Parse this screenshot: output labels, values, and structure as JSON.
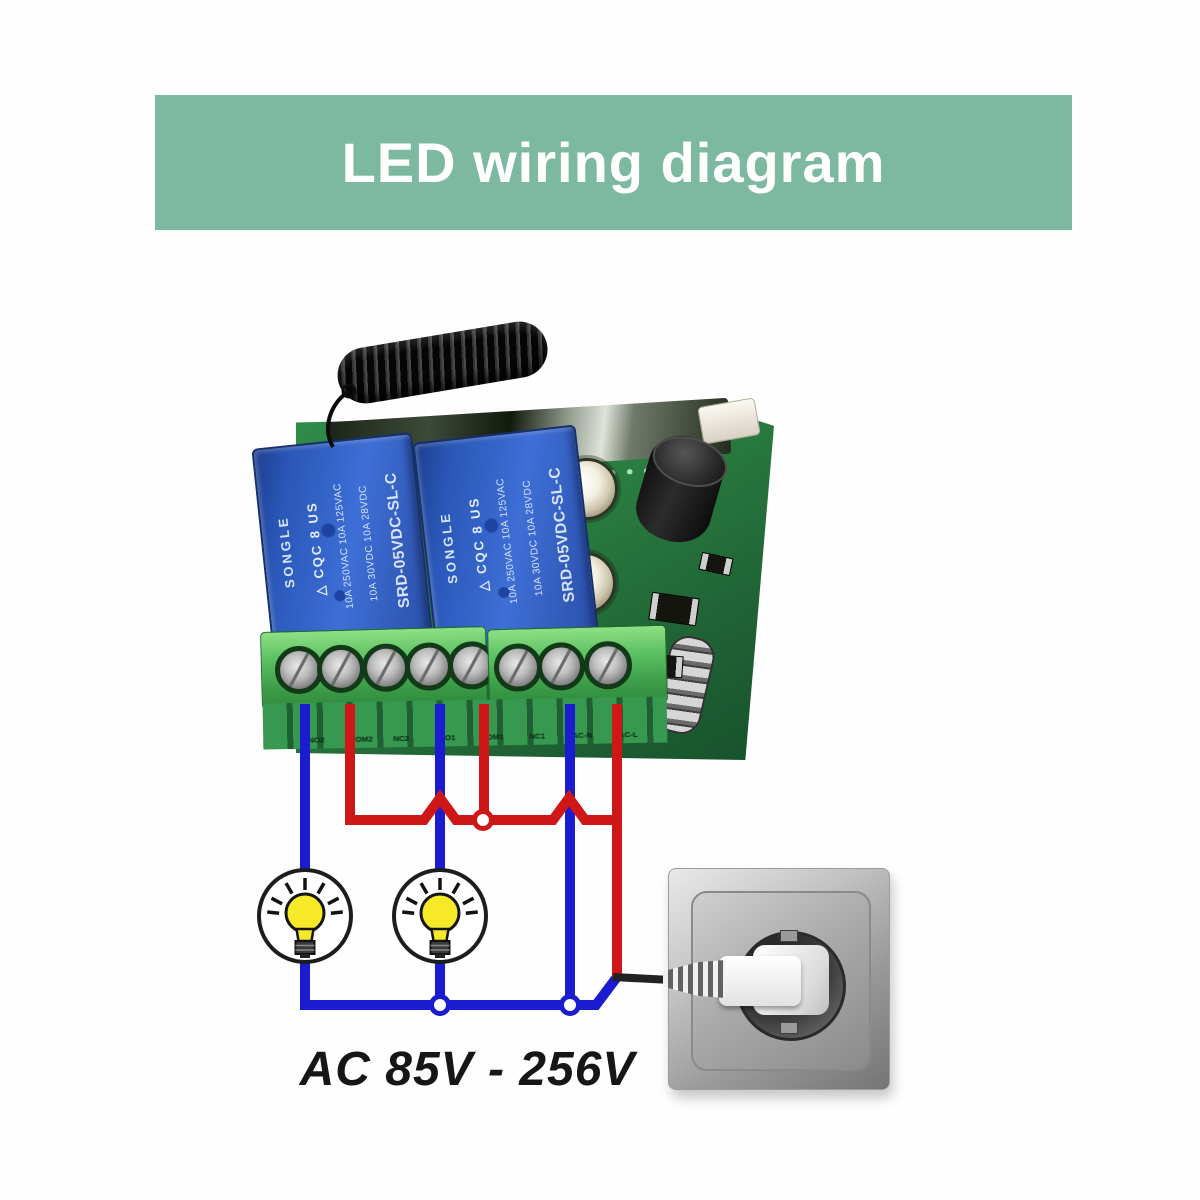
{
  "title_banner": {
    "text": "LED wiring diagram",
    "bg_color": "#7cb9a0",
    "text_color": "#ffffff"
  },
  "board": {
    "relays": [
      {
        "brand": "SONGLE",
        "certs": "△ CQC 8 US",
        "rating_ac": "10A 250VAC  10A 125VAC",
        "rating_dc": "10A 30VDC  10A 28VDC",
        "model": "SRD-05VDC-SL-C"
      },
      {
        "brand": "SONGLE",
        "certs": "△ CQC 8 US",
        "rating_ac": "10A 250VAC  10A 125VAC",
        "rating_dc": "10A 30VDC  10A 28VDC",
        "model": "SRD-05VDC-SL-C"
      }
    ],
    "terminal_labels": [
      "NO2",
      "COM2",
      "NC2",
      "NO1",
      "COM1",
      "NC1",
      "AC-N",
      "AC-L"
    ],
    "colors": {
      "pcb_green": "#2f8b49",
      "relay_blue": "#2e5cc0",
      "terminal_green": "#5cc163"
    }
  },
  "wiring": {
    "caption": "AC 85V - 256V",
    "bulb_count": 2,
    "colors": {
      "live_wire": "#cf1717",
      "neutral_wire": "#1b1bd0",
      "cable_black": "#222222",
      "bulb_yellow": "#f5e928"
    }
  }
}
